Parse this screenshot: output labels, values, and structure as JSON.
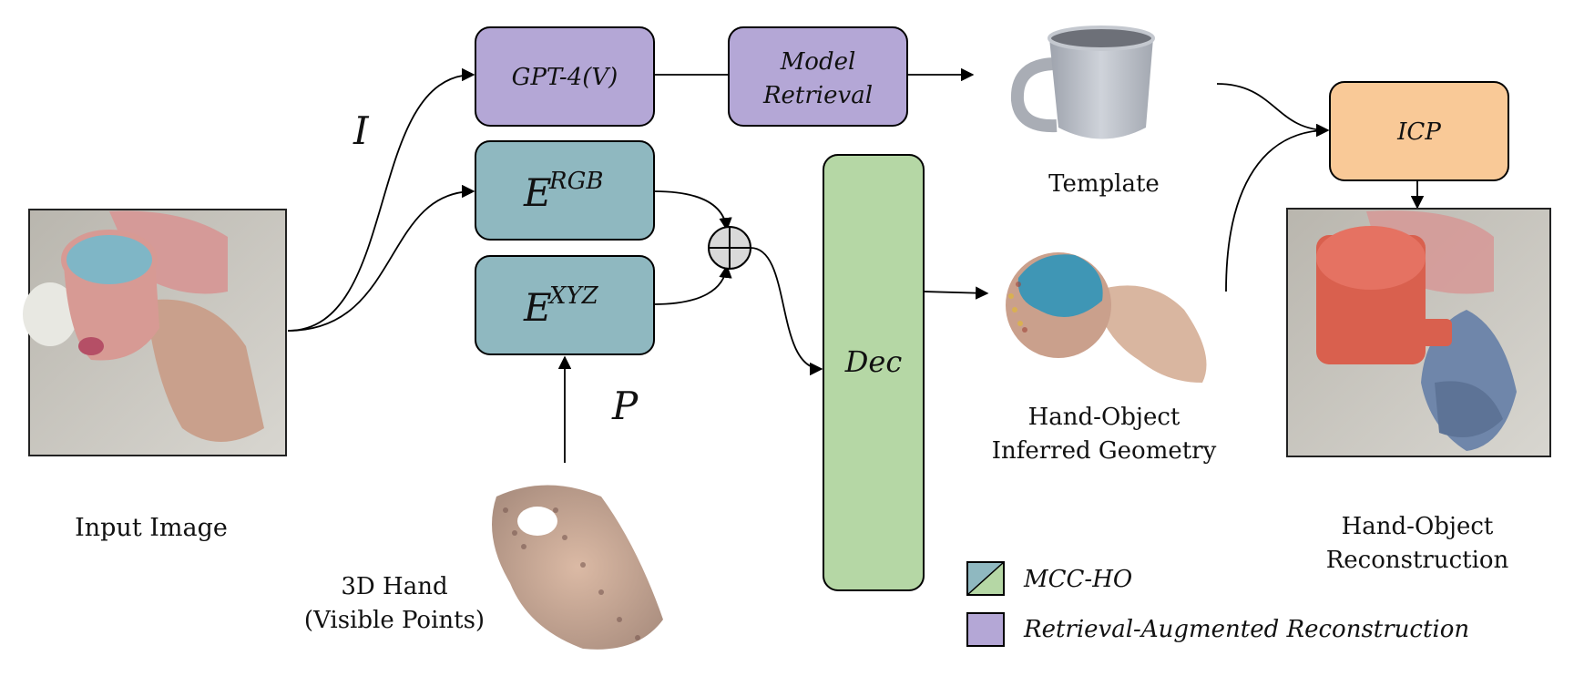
{
  "boxes": {
    "gpt4v": "GPT-4(V)",
    "model_retrieval_1": "Model",
    "model_retrieval_2": "Retrieval",
    "e_rgb_base": "E",
    "e_rgb_sup": "RGB",
    "e_xyz_base": "E",
    "e_xyz_sup": "XYZ",
    "dec": "Dec",
    "icp": "ICP"
  },
  "symbols": {
    "image_input": "I",
    "points_input": "P"
  },
  "captions": {
    "input_image": "Input Image",
    "template": "Template",
    "hand_3d_1": "3D Hand",
    "hand_3d_2": "(Visible Points)",
    "inferred_1": "Hand-Object",
    "inferred_2": "Inferred Geometry",
    "reconstruction_1": "Hand-Object",
    "reconstruction_2": "Reconstruction"
  },
  "legend": [
    {
      "label": "MCC-HO",
      "color": "#8fb8c0"
    },
    {
      "label": "Retrieval-Augmented Reconstruction",
      "color": "#b4a7d6"
    }
  ],
  "colors": {
    "purple": "#b4a7d6",
    "teal": "#8fb8c0",
    "green": "#b5d7a5",
    "orange": "#f9c997",
    "sum_node": "#d9d9d9"
  }
}
